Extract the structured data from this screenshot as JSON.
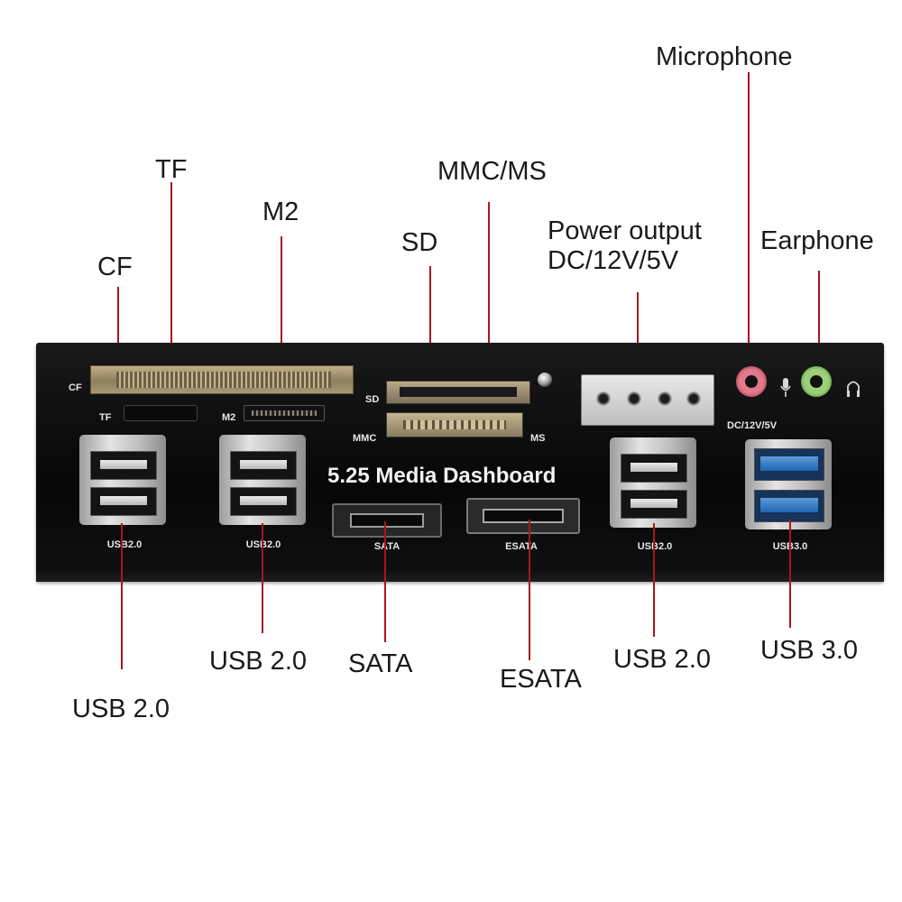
{
  "callouts": {
    "microphone": "Microphone",
    "tf": "TF",
    "mmc_ms": "MMC/MS",
    "m2": "M2",
    "power_output_line1": "Power output",
    "power_output_line2": "DC/12V/5V",
    "sd": "SD",
    "earphone": "Earphone",
    "cf": "CF",
    "usb20_a": "USB 2.0",
    "usb20_b": "USB 2.0",
    "sata": "SATA",
    "esata": "ESATA",
    "usb20_c": "USB 2.0",
    "usb30": "USB 3.0"
  },
  "panel": {
    "title": "5.25 Media Dashboard",
    "labels": {
      "cf": "CF",
      "tf": "TF",
      "m2": "M2",
      "sd": "SD",
      "mmc": "MMC",
      "ms": "MS",
      "dc": "DC/12V/5V",
      "usb20_1": "USB2.0",
      "usb20_2": "USB2.0",
      "sata": "SATA",
      "esata": "ESATA",
      "usb20_3": "USB2.0",
      "usb30": "USB3.0"
    }
  },
  "icons": {
    "mic": "microphone-icon",
    "headphones": "headphones-icon"
  },
  "colors": {
    "leader_line": "#a8161b",
    "panel": "#0d0d0d",
    "usb3_blue": "#1f66b4",
    "mic_jack": "#e07a8a",
    "earphone_jack": "#9ccf7a"
  }
}
